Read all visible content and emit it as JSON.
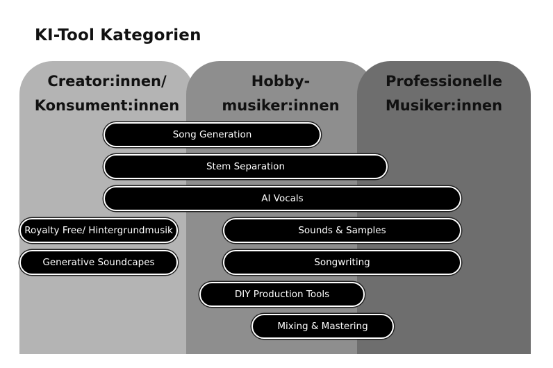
{
  "title": "KI-Tool Kategorien",
  "columns": [
    {
      "line1": "Creator:innen/",
      "line2": "Konsument:innen"
    },
    {
      "line1": "Hobby-",
      "line2": "musiker:innen"
    },
    {
      "line1": "Professionelle",
      "line2": "Musiker:innen"
    }
  ],
  "pills": [
    "Song Generation",
    "Stem Separation",
    "AI Vocals",
    "Royalty Free/ Hintergrundmusik",
    "Sounds & Samples",
    "Generative Soundcapes",
    "Songwriting",
    "DIY Production Tools",
    "Mixing & Mastering"
  ],
  "colors": {
    "column_1": "#b4b4b4",
    "column_2": "#8e8e8e",
    "column_3": "#6e6e6e",
    "pill": "#000000"
  }
}
